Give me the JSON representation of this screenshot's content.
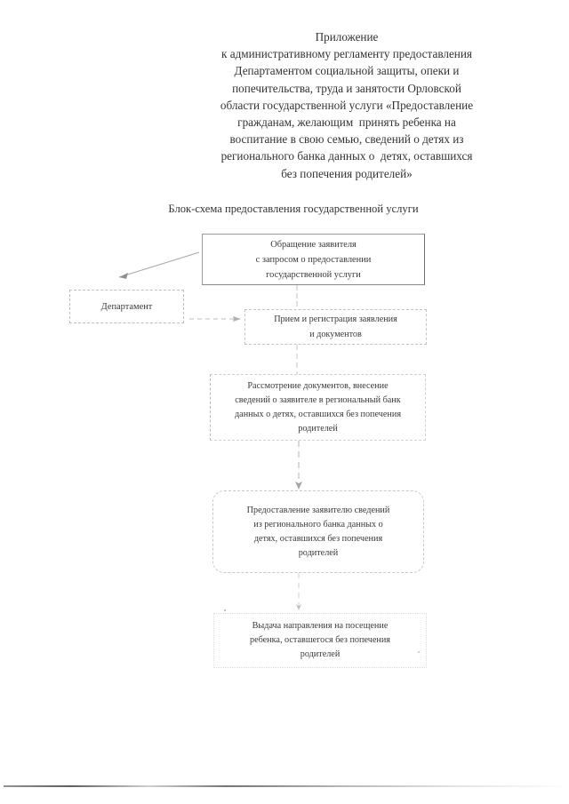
{
  "document": {
    "header": {
      "lines": [
        "Приложение",
        "к административному регламенту предоставления",
        "Департаментом социальной защиты, опеки и",
        "попечительства, труда и занятости Орловской",
        "области государственной услуги «Предоставление",
        "гражданам, желающим  принять ребенка на",
        "воспитание в свою семью, сведений о детях из",
        "регионального банка данных о  детях, оставшихся",
        "без попечения родителей»"
      ]
    },
    "chart_title": "Блок-схема предоставления государственной услуги"
  },
  "flowchart": {
    "nodes": {
      "request": "Обращение заявителя\nс запросом о предоставлении\nгосударственной услуги",
      "department": "Департамент",
      "registration": "Прием и регистрация заявления\nи документов",
      "review": "Рассмотрение документов, внесение\nсведений о заявителе в региональный банк\nданных о детях, оставшихся без попечения\nродителей",
      "provide": "Предоставление заявителю сведений\nиз регионального банка данных о\nдетях, оставшихся без попечения\nродителей",
      "referral": "Выдача направления на посещение\nребенка, оставшегося без попечения\nродителей"
    },
    "connectors": [
      {
        "name": "request-to-department",
        "style": "solid-diagonal-arrow"
      },
      {
        "name": "department-to-registration",
        "style": "dashed-horizontal-arrow"
      },
      {
        "name": "request-to-registration",
        "style": "vertical-line"
      },
      {
        "name": "registration-to-review",
        "style": "vertical-line"
      },
      {
        "name": "review-to-provide",
        "style": "dashed-vertical-arrow"
      },
      {
        "name": "provide-to-referral",
        "style": "dashed-vertical-arrow"
      }
    ]
  },
  "colors": {
    "page_background": "#ffffff",
    "text": "#333333",
    "box_border": "#9a9a9a",
    "faint_border": "#c8c8c8",
    "connector": "#9e9e9e"
  }
}
